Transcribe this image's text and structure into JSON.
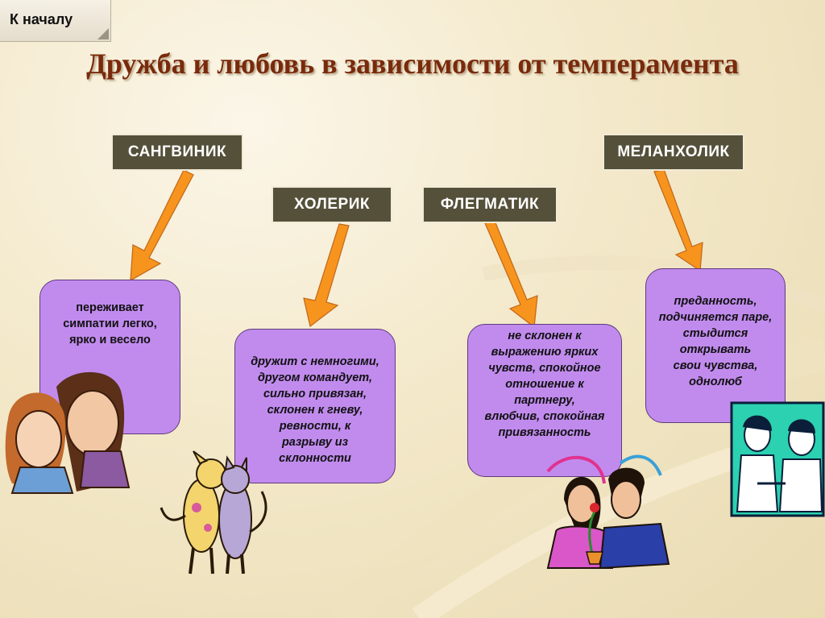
{
  "nav": {
    "home_label": "К началу"
  },
  "title": "Дружба и любовь в зависимости от темперамента",
  "temperaments": [
    {
      "name": "САНГВИНИК",
      "desc_lines": [
        "переживает",
        "симпатии легко,",
        "ярко и весело"
      ]
    },
    {
      "name": "ХОЛЕРИК",
      "desc_lines": [
        "дружит с немногими,",
        "другом командует,",
        "сильно привязан,",
        "склонен к гневу,",
        "ревности, к",
        "разрыву из",
        "склонности"
      ]
    },
    {
      "name": "ФЛЕГМАТИК",
      "desc_lines": [
        "не склонен к",
        "выражению ярких",
        "чувств, спокойное",
        "отношение к",
        "партнеру,",
        "влюбчив, спокойная",
        "привязанность"
      ]
    },
    {
      "name": "МЕЛАНХОЛИК",
      "desc_lines": [
        "преданность,",
        "подчиняется паре,",
        "стыдится",
        "открывать",
        "свои чувства,",
        "однолюб"
      ]
    }
  ],
  "colors": {
    "title": "#7a2a0c",
    "label_bg": "#55503a",
    "card_bg": "#c18bee",
    "arrow": "#f7941d"
  },
  "illustrations": [
    "couple-clipart",
    "dog-cat-clipart",
    "couple-flower-clipart",
    "shy-couple-clipart"
  ]
}
